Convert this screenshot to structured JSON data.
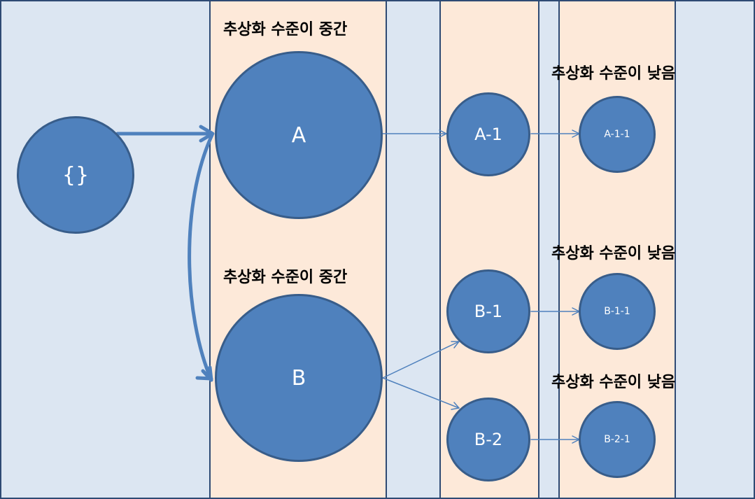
{
  "labels": {
    "mid_top": "추상화 수준이 중간",
    "mid_bottom": "추상화 수준이 중간",
    "low_1": "추상화 수준이 낮음",
    "low_2": "추상화 수준이 낮음",
    "low_3": "추상화 수준이 낮음"
  },
  "nodes": {
    "root": "{}",
    "a": "A",
    "b": "B",
    "a1": "A-1",
    "b1": "B-1",
    "b2": "B-2",
    "a11": "A-1-1",
    "b11": "B-1-1",
    "b21": "B-2-1"
  },
  "colors": {
    "panel_blue": "#dce6f2",
    "panel_peach": "#fde9d9",
    "node_fill": "#4f81bd",
    "node_border": "#385d8a",
    "arrow": "#4f81bd",
    "panel_border": "#2e4a74"
  }
}
